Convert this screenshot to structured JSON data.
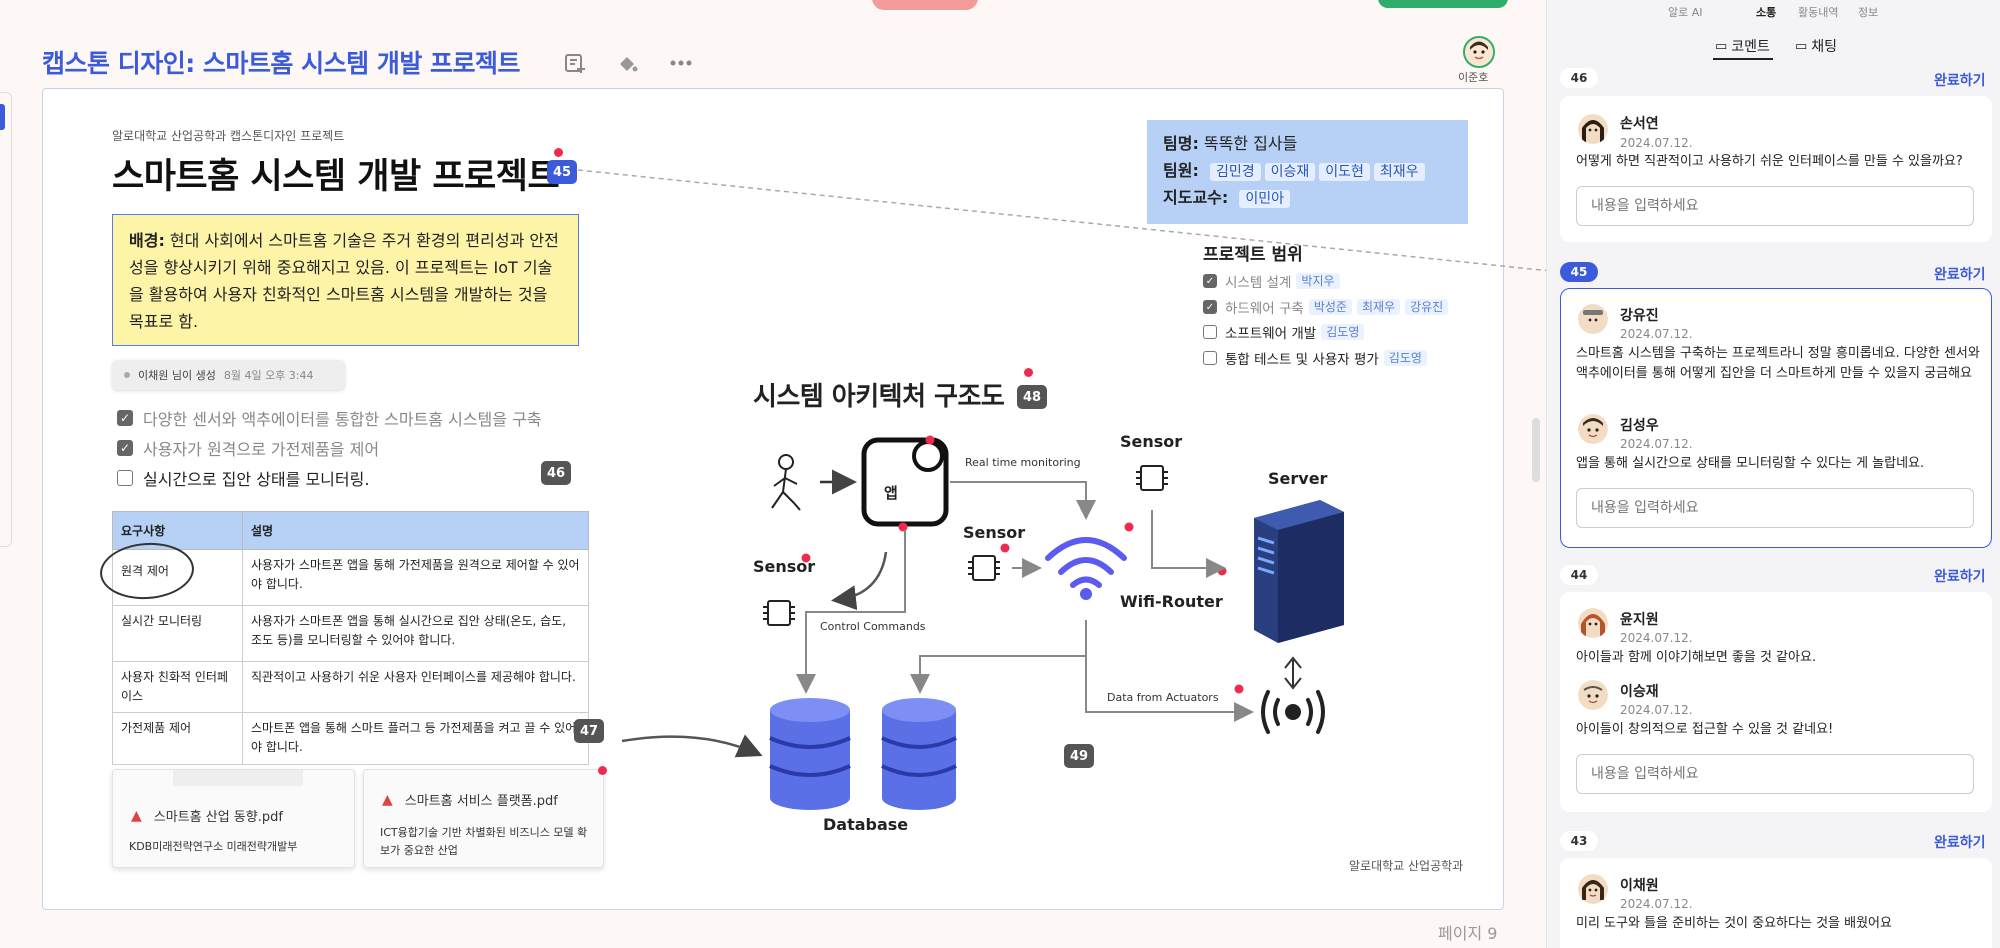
{
  "header": {
    "doc_title": "캡스톤 디자인: 스마트홈 시스템 개발 프로젝트",
    "user_name": "이준호"
  },
  "page": {
    "subtitle": "알로대학교 산업공학과 캡스톤디자인 프로젝트",
    "title": "스마트홈 시스템 개발 프로젝트",
    "background_label": "배경:",
    "background_text": " 현대 사회에서 스마트홈 기술은 주거 환경의 편리성과 안전성을 향상시키기 위해 중요해지고 있음. 이 프로젝트는 IoT 기술을 활용하여 사용자 친화적인 스마트홈 시스템을 개발하는 것을 목표로 함.",
    "created_by": "이채원 님이 생성",
    "created_time": "8월 4일 오후 3:44",
    "goals": [
      {
        "text": "다양한 센서와 액추에이터를 통합한 스마트홈 시스템을 구축",
        "done": true
      },
      {
        "text": "사용자가 원격으로 가전제품을 제어",
        "done": true
      },
      {
        "text": "실시간으로 집안 상태를 모니터링.",
        "done": false
      }
    ],
    "table": {
      "headers": [
        "요구사항",
        "설명"
      ],
      "rows": [
        [
          "원격 제어",
          "사용자가 스마트폰 앱을 통해 가전제품을 원격으로 제어할 수 있어야 합니다."
        ],
        [
          "실시간 모니터링",
          "사용자가 스마트폰 앱을 통해 실시간으로 집안 상태(온도, 습도, 조도 등)를 모니터링할 수 있어야 합니다."
        ],
        [
          "사용자 친화적 인터페이스",
          "직관적이고 사용하기 쉬운 사용자 인터페이스를 제공해야 합니다."
        ],
        [
          "가전제품 제어",
          "스마트폰 앱을 통해 스마트 플러그 등 가전제품을 켜고 끌 수 있어야 합니다."
        ]
      ]
    },
    "files": [
      {
        "name": "스마트홈 산업 동향.pdf",
        "desc": "KDB미래전략연구소 미래전략개발부"
      },
      {
        "name": "스마트홈 서비스 플랫폼.pdf",
        "desc": "ICT융합기술 기반 차별화된 비즈니스 모델 확보가 중요한 산업"
      }
    ],
    "team": {
      "name_label": "팀명:",
      "name": " 똑똑한 집사들",
      "members_label": "팀원:",
      "members": [
        "김민경",
        "이승재",
        "이도현",
        "최재우"
      ],
      "advisor_label": "지도교수:",
      "advisor": "이민아"
    },
    "scope": {
      "title": "프로젝트 범위",
      "items": [
        {
          "text": "시스템 설계",
          "done": true,
          "owners": [
            "박지우"
          ]
        },
        {
          "text": "하드웨어 구축",
          "done": true,
          "owners": [
            "박성준",
            "최재우",
            "강유진"
          ]
        },
        {
          "text": "소프트웨어 개발",
          "done": false,
          "owners": [
            "김도영"
          ]
        },
        {
          "text": "통합 테스트 및 사용자 평가",
          "done": false,
          "owners": [
            "김도영"
          ]
        }
      ]
    },
    "architecture": {
      "title": "시스템 아키텍처 구조도",
      "app_label": "앱",
      "sensor_left": "Sensor",
      "sensor_mid": "Sensor",
      "sensor_top": "Sensor",
      "server": "Server",
      "router": "Wifi-Router",
      "database": "Database",
      "rt_monitor": "Real time monitoring",
      "control_cmd": "Control Commands",
      "data_act": "Data from Actuators"
    },
    "markers": [
      "45",
      "46",
      "47",
      "48",
      "49"
    ],
    "credit": "알로대학교 산업공학과",
    "footer": "페이지 9"
  },
  "panel": {
    "top_tabs": [
      "알로 AI",
      "소통",
      "활동내역",
      "정보"
    ],
    "tabs": [
      "코멘트",
      "채팅"
    ],
    "resolve_label": "완료하기",
    "input_placeholder": "내용을 입력하세요",
    "threads": [
      {
        "num": "46",
        "comments": [
          {
            "name": "손서연",
            "date": "2024.07.12.",
            "text": "어떻게 하면 직관적이고 사용하기 쉬운 인터페이스를 만들 수 있을까요?"
          }
        ]
      },
      {
        "num": "45",
        "comments": [
          {
            "name": "강유진",
            "date": "2024.07.12.",
            "text": "스마트홈 시스템을 구축하는 프로젝트라니 정말 흥미롭네요. 다양한 센서와 액추에이터를 통해 어떻게 집안을 더 스마트하게 만들 수 있을지 궁금해요"
          },
          {
            "name": "김성우",
            "date": "2024.07.12.",
            "text": "앱을 통해 실시간으로 상태를 모니터링할 수 있다는 게 놀랍네요."
          }
        ]
      },
      {
        "num": "44",
        "comments": [
          {
            "name": "윤지원",
            "date": "2024.07.12.",
            "text": "아이들과 함께 이야기해보면 좋을 것 같아요."
          },
          {
            "name": "이승재",
            "date": "2024.07.12.",
            "text": "아이들이 창의적으로 접근할 수 있을 것 같네요!"
          }
        ]
      },
      {
        "num": "43",
        "comments": [
          {
            "name": "이채원",
            "date": "2024.07.12.",
            "text": "미리 도구와 틀을 준비하는 것이 중요하다는 것을 배웠어요"
          }
        ]
      }
    ]
  },
  "colors": {
    "accent": "#3b5bdb",
    "highlight": "#fdf4a7",
    "team_bg": "#b6d0f6",
    "marker_dot": "#ef2b4d",
    "server": "#2a3f80"
  }
}
